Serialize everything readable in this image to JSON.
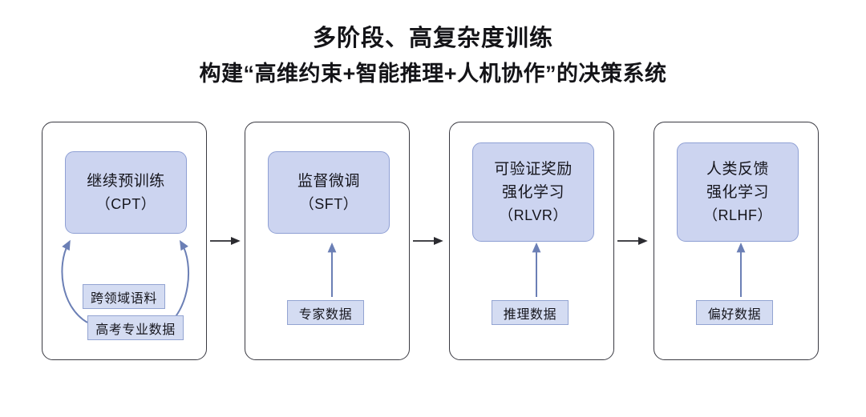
{
  "heading": {
    "title": "多阶段、高复杂度训练",
    "subtitle": "构建“高维约束+智能推理+人机协作”的决策系统"
  },
  "colors": {
    "phase_fill": "#ccd4f0",
    "phase_border": "#8fa0d4",
    "data_fill": "#d4dcf2",
    "data_border": "#93a4d2",
    "arrow_blue": "#6b7fb5",
    "link_arrow": "#2b2b30",
    "container_border": "#3a3a42",
    "text": "#15151c",
    "background": "#ffffff"
  },
  "pipeline": {
    "stages": [
      {
        "id": "cpt",
        "phase": {
          "lines": [
            "继续预训练"
          ],
          "code": "（CPT）"
        },
        "inputs": [
          {
            "label": "跨领域语料"
          },
          {
            "label": "高考专业数据"
          }
        ],
        "arrow_style": "curved"
      },
      {
        "id": "sft",
        "phase": {
          "lines": [
            "监督微调"
          ],
          "code": "（SFT）"
        },
        "inputs": [
          {
            "label": "专家数据"
          }
        ],
        "arrow_style": "straight"
      },
      {
        "id": "rlvr",
        "phase": {
          "lines": [
            "可验证奖励",
            "强化学习"
          ],
          "code": "（RLVR）"
        },
        "inputs": [
          {
            "label": "推理数据"
          }
        ],
        "arrow_style": "straight"
      },
      {
        "id": "rlhf",
        "phase": {
          "lines": [
            "人类反馈",
            "强化学习"
          ],
          "code": "（RLHF）"
        },
        "inputs": [
          {
            "label": "偏好数据"
          }
        ],
        "arrow_style": "straight"
      }
    ],
    "connectors": [
      {
        "from": "cpt",
        "to": "sft",
        "glyph": "arrow-right"
      },
      {
        "from": "sft",
        "to": "rlvr",
        "glyph": "arrow-right"
      },
      {
        "from": "rlvr",
        "to": "rlhf",
        "glyph": "arrow-right"
      }
    ]
  }
}
